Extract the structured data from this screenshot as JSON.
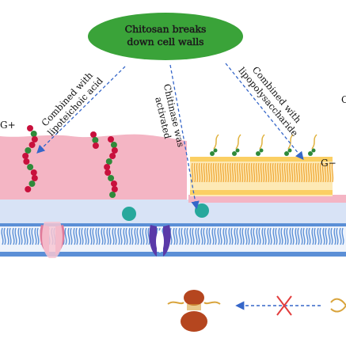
{
  "title": {
    "line1": "Chitosan breaks",
    "line2": "down cell walls"
  },
  "annotations": {
    "lipoteichoic": [
      "Combined with",
      "lipoteichoic acid"
    ],
    "chitinase": [
      "Chitinase was",
      "activated"
    ],
    "lipopolysaccharide": [
      "Combined with",
      "lipopolysaccharide"
    ]
  },
  "side_labels": {
    "gram_positive": "G+",
    "gram_negative": "G−",
    "cut_off_right": "C"
  },
  "colors": {
    "title_ellipse": "#3aa339",
    "peptidoglycan_pink": "#f4b5c4",
    "membrane_blue": "#5b8fd6",
    "membrane_bg": "#dbe6f7",
    "outer_membrane_yellow": "#fbcf63",
    "teichoic_red": "#c8103c",
    "teichoic_green": "#2f8a3a",
    "enzyme_teal": "#27a89c",
    "arrow_blue": "#3566c9",
    "cross_red": "#e23c3c",
    "cell_brown": "#b5461f",
    "flagella_gold": "#d9a43c"
  },
  "icons": {
    "arrow": "dashed-arrow-icon",
    "blocked": "red-x-cross-icon",
    "cell": "dividing-cell-icon"
  }
}
